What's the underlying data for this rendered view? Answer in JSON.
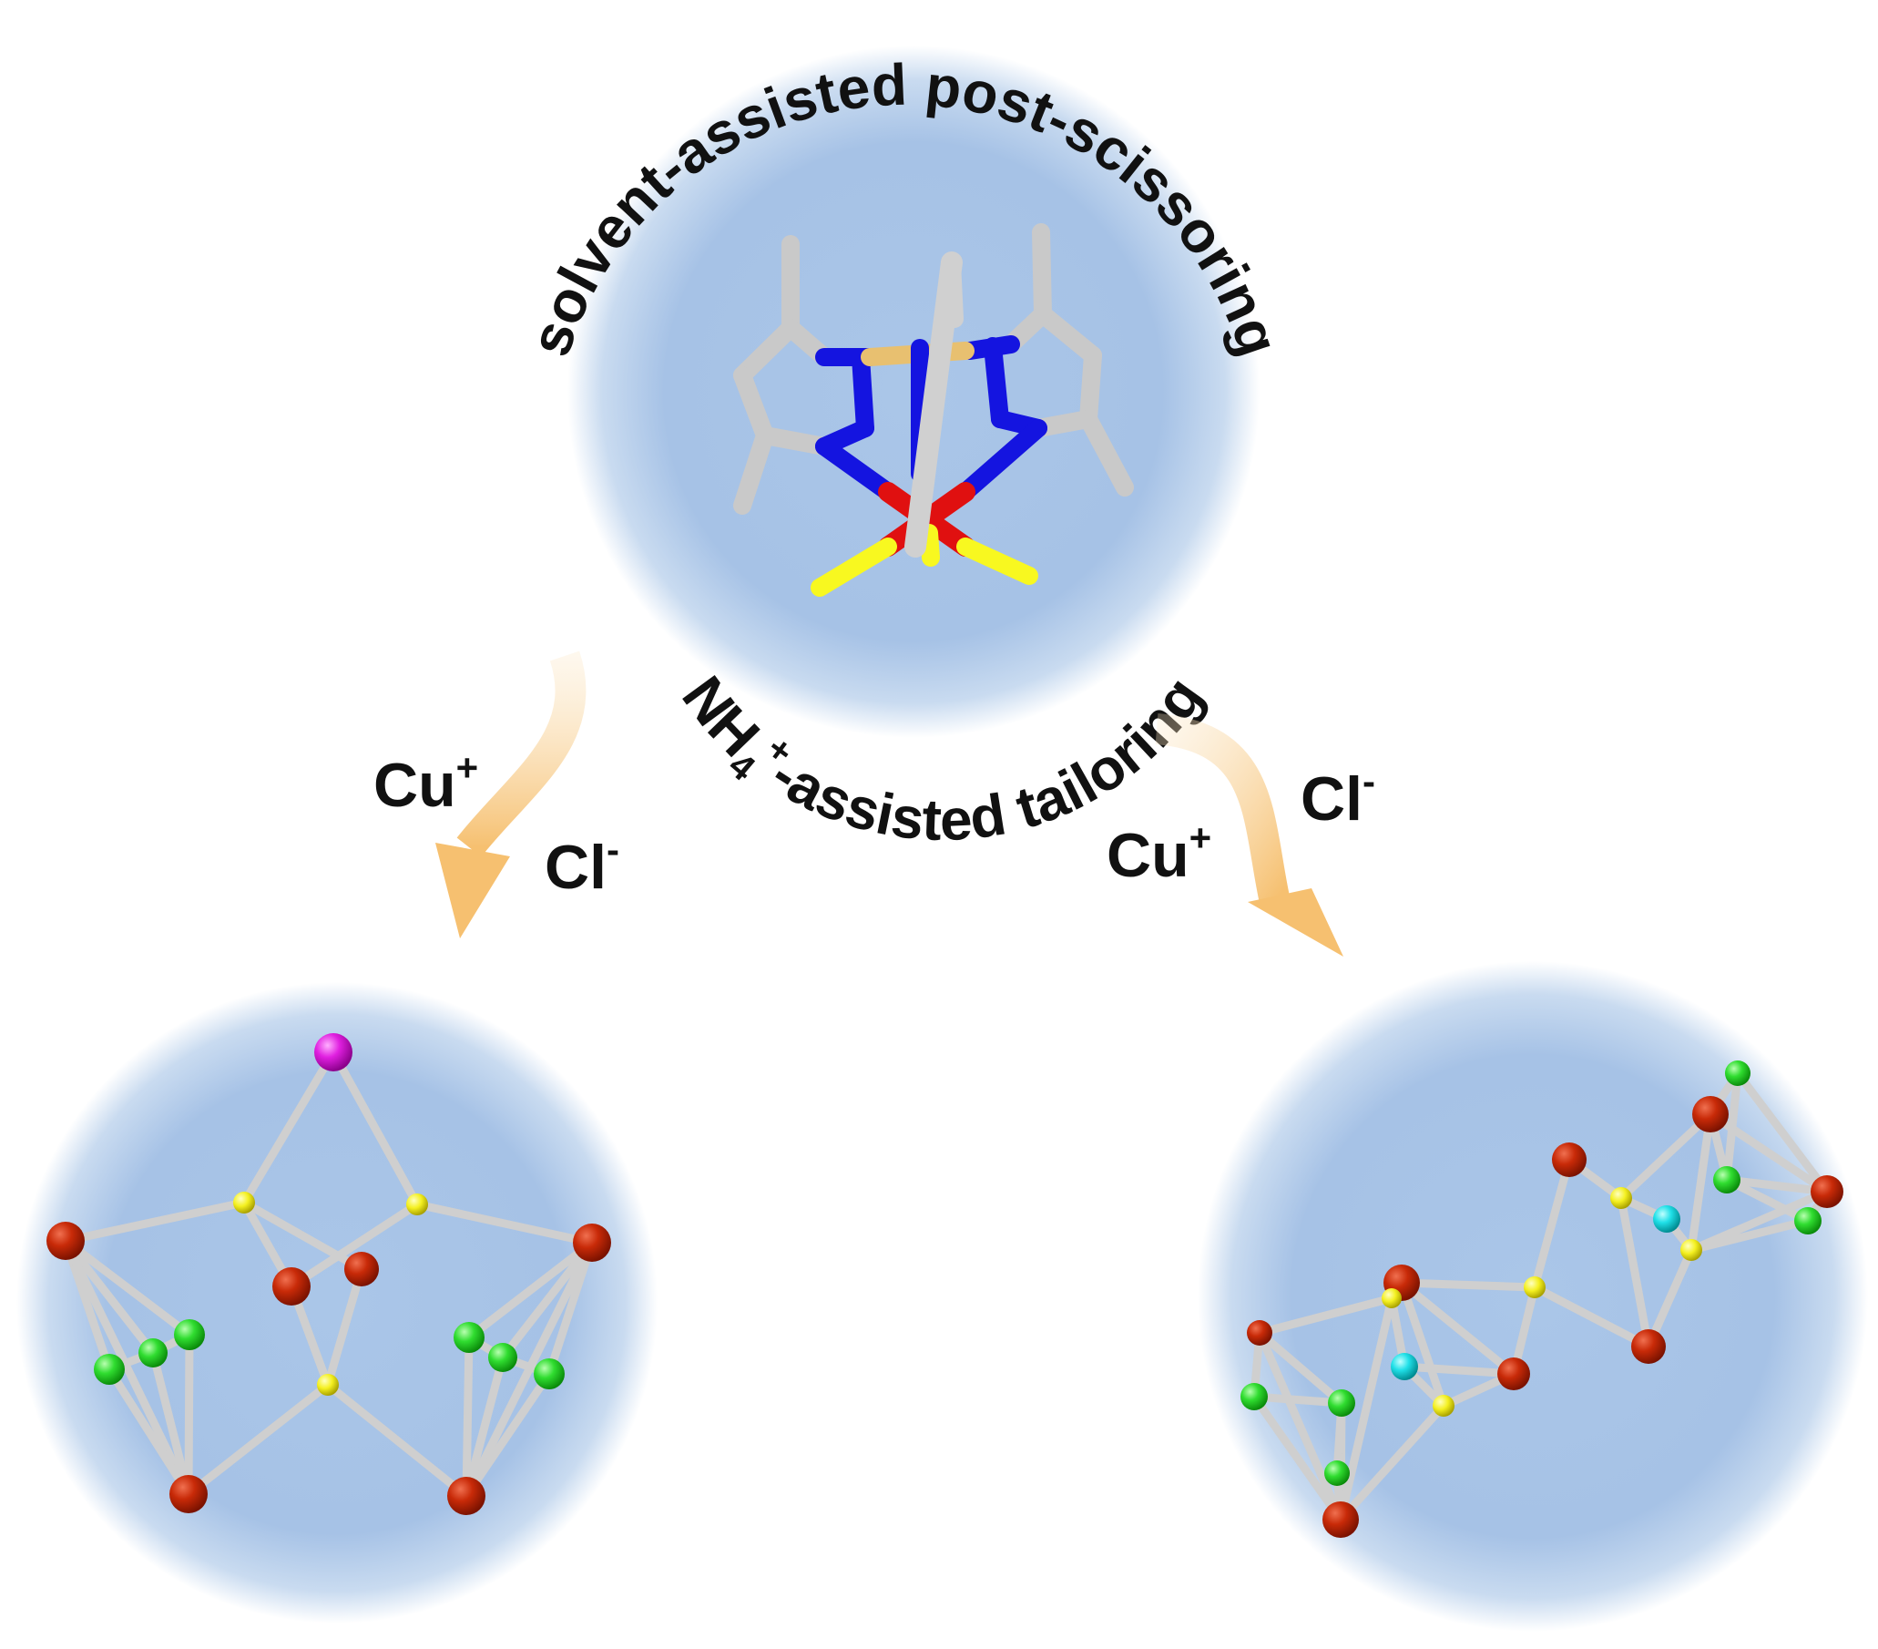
{
  "top_arc_text": "solvent-assisted  post-scissoring",
  "bottom_arc": {
    "nh": "NH",
    "sub": "4",
    "sup": "+",
    "rest": "-assisted tailoring"
  },
  "left_arrow": {
    "cation": "Cu",
    "cation_charge": "+",
    "anion": "Cl",
    "anion_charge": "-"
  },
  "right_arrow": {
    "anion": "Cl",
    "anion_charge": "-",
    "cation": "Cu",
    "cation_charge": "+"
  },
  "colors": {
    "sphere_inner": "#a8c4e6",
    "sphere_edge": "#ffffff",
    "bond": "#cfcfcf",
    "nitrogen": "#1010e0",
    "copper_red": "#e01010",
    "sulfur_yellow": "#ffff20",
    "node_red": "#c02808",
    "node_green": "#28d828",
    "node_yellow": "#f0f020",
    "node_magenta": "#e020e0",
    "node_cyan": "#20e0e8",
    "arrow": "#f8c878"
  }
}
